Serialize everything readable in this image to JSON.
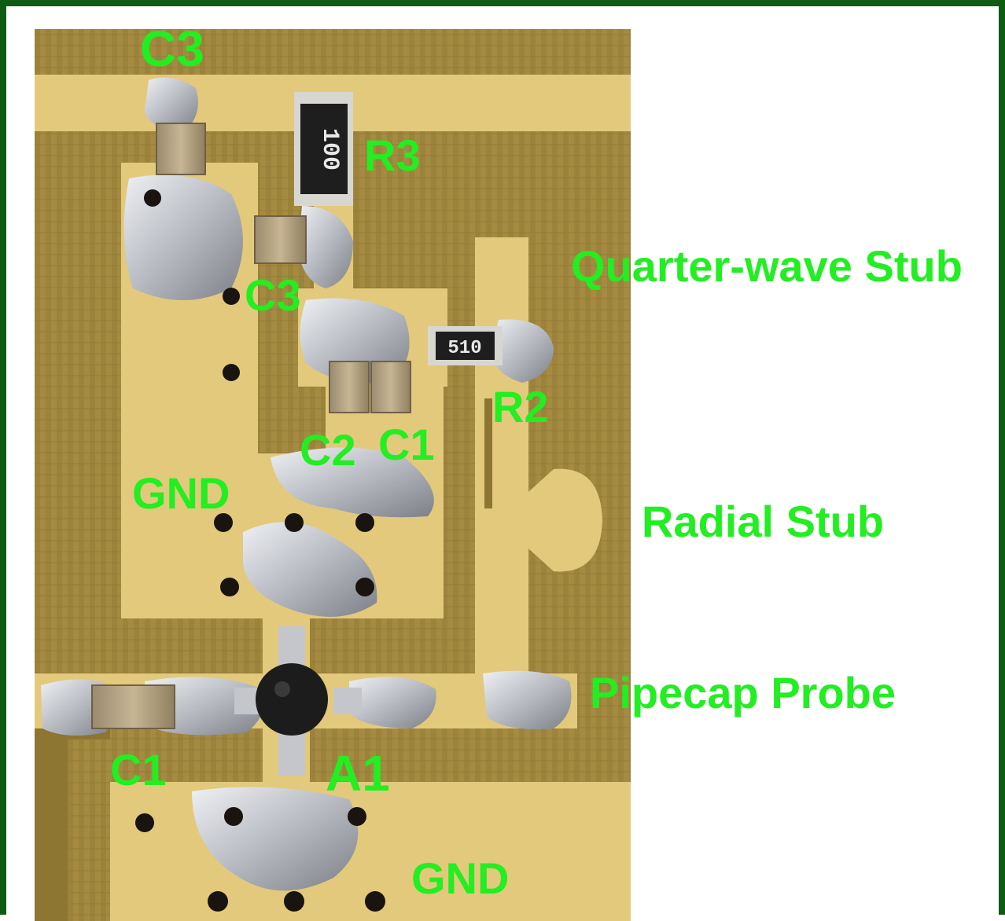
{
  "labels": {
    "c3_top": "C3",
    "r3": "R3",
    "quarter_wave_stub": "Quarter-wave Stub",
    "c3_mid": "C3",
    "r2": "R2",
    "c2": "C2",
    "c1_mid": "C1",
    "gnd_upper": "GND",
    "radial_stub": "Radial Stub",
    "pipecap_probe": "Pipecap Probe",
    "c1_low": "C1",
    "a1": "A1",
    "gnd_lower": "GND"
  },
  "markings": {
    "r3_code": "100",
    "r2_code": "510"
  },
  "colors": {
    "frame": "#0e5c14",
    "label": "#22ee22",
    "substrate": "#a38a3e",
    "copper": "#e3c97c",
    "solder": "#c9cbd0",
    "via": "#1a1410"
  }
}
